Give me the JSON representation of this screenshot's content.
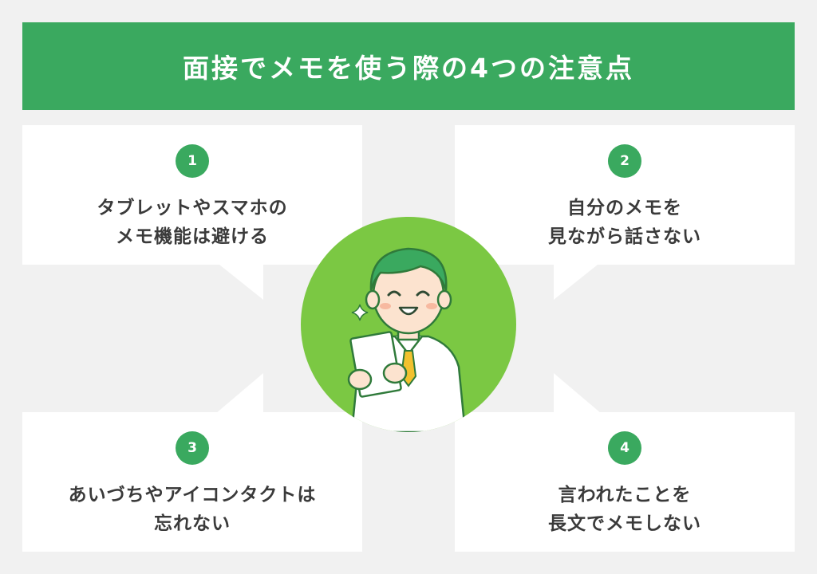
{
  "title": "面接でメモを使う際の4つの注意点",
  "colors": {
    "accent_green": "#3aa95f",
    "circle_green": "#7bc843",
    "background": "#f1f1f1",
    "card": "#ffffff",
    "text": "#3a3a3a"
  },
  "cards": [
    {
      "number": "1",
      "line1": "タブレットやスマホの",
      "line2": "メモ機能は避ける"
    },
    {
      "number": "2",
      "line1": "自分のメモを",
      "line2": "見ながら話さない"
    },
    {
      "number": "3",
      "line1": "あいづちやアイコンタクトは",
      "line2": "忘れない"
    },
    {
      "number": "4",
      "line1": "言われたことを",
      "line2": "長文でメモしない"
    }
  ],
  "illustration": {
    "subject": "smiling-person-holding-memo",
    "icons": [
      "sparkle-icon"
    ]
  }
}
